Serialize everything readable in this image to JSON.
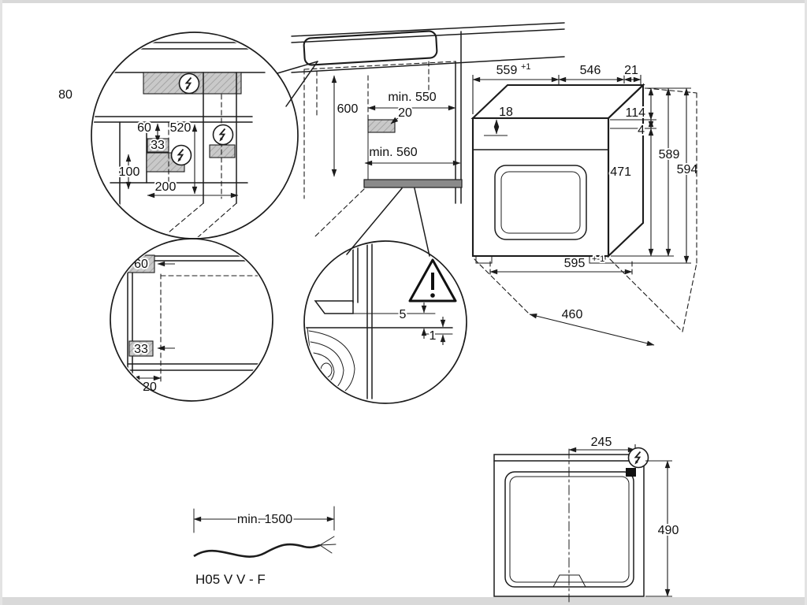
{
  "detailA": {
    "d80": "80",
    "d60": "60",
    "d520": "520",
    "d33": "33",
    "d100": "100",
    "d200": "200"
  },
  "cabinet": {
    "min550": "min. 550",
    "d600": "600",
    "d20": "20",
    "min560": "min. 560"
  },
  "oven": {
    "d559": "559",
    "d559sup": "+1",
    "d546": "546",
    "d21": "21",
    "d18": "18",
    "d114": "114",
    "d4": "4",
    "d471": "471",
    "d589": "589",
    "d594": "594",
    "d595": "595",
    "d595sup": "+-1",
    "d460": "460"
  },
  "detailB": {
    "d60": "60",
    "d33": "33",
    "d20": "20"
  },
  "detailC": {
    "d5": "5",
    "d1": "1"
  },
  "cable": {
    "min1500": "min. 1500",
    "spec": "H05 V V - F"
  },
  "topview": {
    "d245": "245",
    "d490": "490"
  },
  "colors": {
    "line": "#1c1c1c",
    "hatch": "#c9c9c9",
    "edge": "#d9d9d9"
  }
}
